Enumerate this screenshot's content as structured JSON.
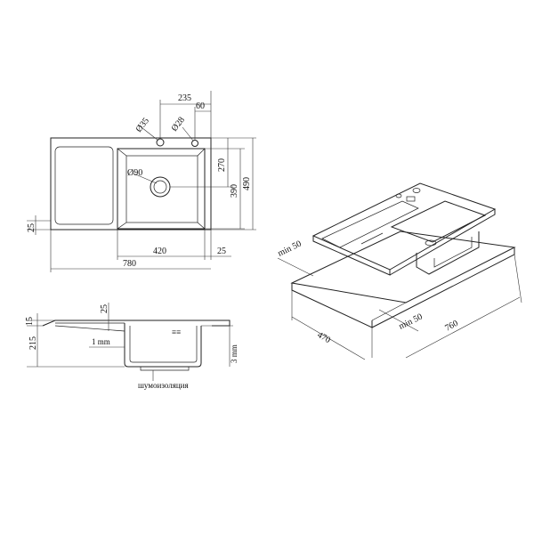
{
  "top_view": {
    "dim_235": "235",
    "dim_60": "60",
    "dim_d35": "Ø35",
    "dim_d28": "Ø28",
    "dim_d90": "Ø90",
    "dim_270": "270",
    "dim_390": "390",
    "dim_490": "490",
    "dim_25_left": "25",
    "dim_420": "420",
    "dim_25_right": "25",
    "dim_780": "780"
  },
  "section_view": {
    "dim_15": "15",
    "dim_25": "25",
    "dim_215": "215",
    "dim_1mm": "1 mm",
    "dim_3mm": "3 mm",
    "brand_mark": "≡≡",
    "insulation_label": "шумоизоляция"
  },
  "iso_view": {
    "dim_min50_a": "min 50",
    "dim_470": "470",
    "dim_min50_b": "min 50",
    "dim_760": "760"
  }
}
